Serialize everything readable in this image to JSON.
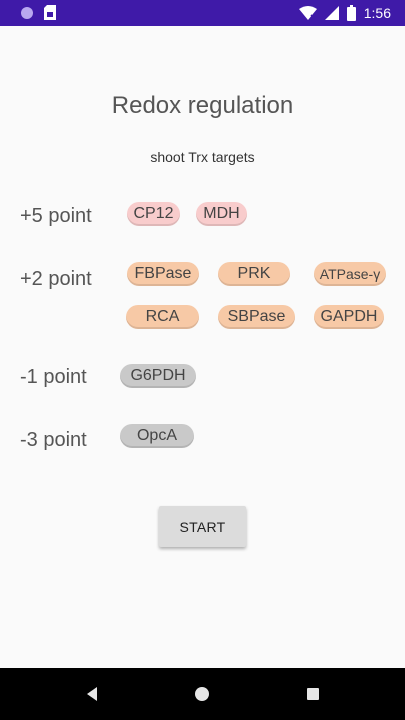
{
  "status_bar": {
    "time": "1:56",
    "icons": [
      "circle-icon",
      "sim-card-icon",
      "wifi-icon",
      "signal-icon",
      "battery-icon"
    ]
  },
  "main": {
    "title": "Redox regulation",
    "subtitle": "shoot Trx targets",
    "groups": [
      {
        "label": "+5 point",
        "color": "#f8cccc",
        "chips": [
          "CP12",
          "MDH"
        ]
      },
      {
        "label": "+2 point",
        "color": "#f7c9a6",
        "chips": [
          "FBPase",
          "PRK",
          "ATPase-γ",
          "RCA",
          "SBPase",
          "GAPDH"
        ]
      },
      {
        "label": "-1 point",
        "color": "#c9c9c9",
        "chips": [
          "G6PDH"
        ]
      },
      {
        "label": "-3 point",
        "color": "#c9c9c9",
        "chips": [
          "OpcA"
        ]
      }
    ],
    "start_label": "START"
  },
  "nav_bar": {
    "icons": [
      "back-icon",
      "home-icon",
      "recents-icon"
    ]
  }
}
